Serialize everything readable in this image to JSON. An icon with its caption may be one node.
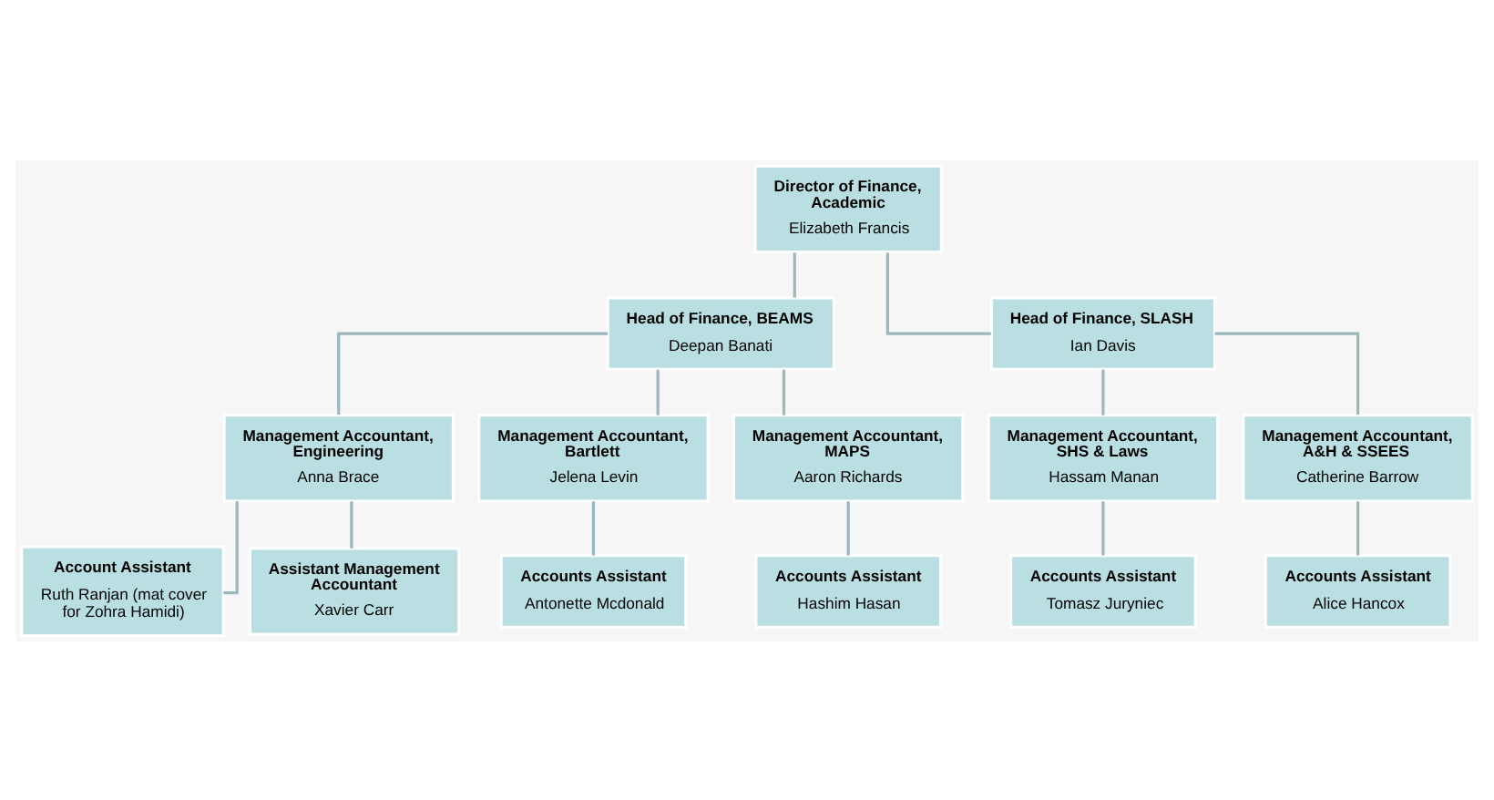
{
  "diagram": {
    "nodes": [
      {
        "text": [
          "Director of Finance, Academic",
          "Elizabeth Francis"
        ]
      },
      {
        "text": [
          "Head of Finance, BEAMS",
          "Deepan Banati"
        ]
      },
      {
        "text": [
          "Head of Finance, SLASH",
          "Ian Davis"
        ]
      },
      {
        "text": [
          "Management Accountant, Engineering",
          "Anna Brace"
        ]
      },
      {
        "text": [
          "Management Accountant, Bartlett",
          "Jelena Levin"
        ]
      },
      {
        "text": [
          "Management Accountant, MAPS",
          "Aaron Richards"
        ]
      },
      {
        "text": [
          "Management Accountant, SHS & Laws",
          "Hassam Manan"
        ]
      },
      {
        "text": [
          "Management Accountant, A&H & SSEES",
          "Catherine Barrow"
        ]
      },
      {
        "text": [
          "Account Assistant",
          "Ruth Ranjan (mat cover for Zohra Hamidi)"
        ]
      },
      {
        "text": [
          "Accounts Assistant",
          "Antonette Mcdonald"
        ]
      },
      {
        "text": [
          "Accounts Assistant",
          "Hashim Hasan"
        ]
      },
      {
        "text": [
          "Accounts Assistant",
          "Tomasz Juryniec"
        ]
      },
      {
        "text": [
          "Accounts Assistant",
          "Alice Hancox"
        ]
      },
      {
        "text": [
          "Assistant Management Accountant",
          "Xavier Carr"
        ]
      }
    ],
    "edges": [
      {
        "from": 0,
        "to": 1,
        "arrow": "none"
      },
      {
        "from": 0,
        "to": 2,
        "arrow": "none"
      },
      {
        "from": 1,
        "to": 3,
        "arrow": "none"
      },
      {
        "from": 1,
        "to": 4,
        "arrow": "none"
      },
      {
        "from": 1,
        "to": 5,
        "arrow": "none"
      },
      {
        "from": 2,
        "to": 6,
        "arrow": "none"
      },
      {
        "from": 2,
        "to": 7,
        "arrow": "none"
      },
      {
        "from": 3,
        "to": 8,
        "arrow": "none"
      },
      {
        "from": 4,
        "to": 9,
        "arrow": "none"
      },
      {
        "from": 5,
        "to": 10,
        "arrow": "none"
      },
      {
        "from": 6,
        "to": 11,
        "arrow": "none"
      },
      {
        "from": 7,
        "to": 12,
        "arrow": "none"
      },
      {
        "from": 3,
        "to": 13,
        "arrow": "none"
      }
    ]
  }
}
